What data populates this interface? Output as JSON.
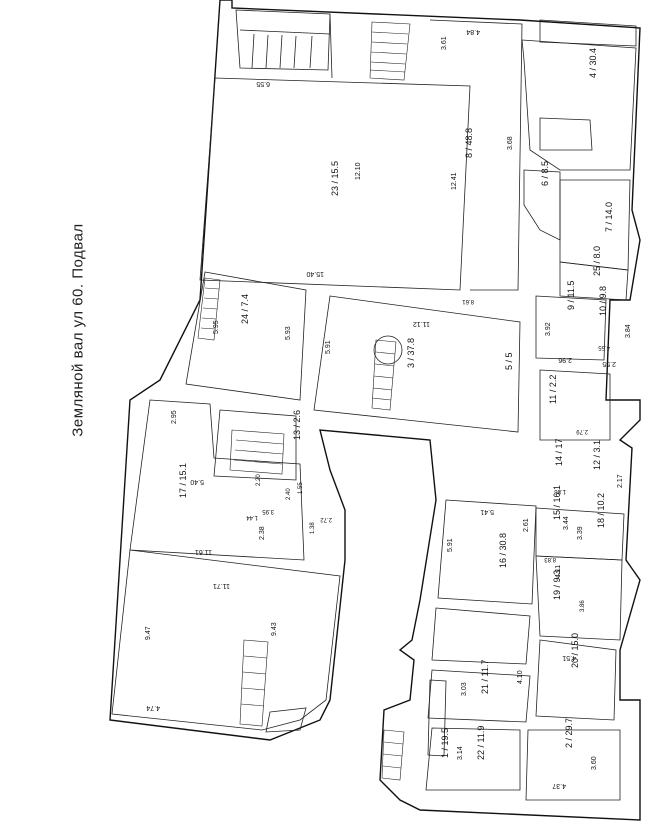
{
  "title": "Земляной вал ул 60. Подвал",
  "rooms": [
    {
      "num": "1",
      "area": "19.5"
    },
    {
      "num": "2",
      "area": "29.7"
    },
    {
      "num": "3",
      "area": "37.8"
    },
    {
      "num": "4",
      "area": "30.4"
    },
    {
      "num": "5",
      "area": "5"
    },
    {
      "num": "6",
      "area": "8.5"
    },
    {
      "num": "7",
      "area": "14.0"
    },
    {
      "num": "8",
      "area": "48.8"
    },
    {
      "num": "9",
      "area": "11.5"
    },
    {
      "num": "10",
      "area": "9.8"
    },
    {
      "num": "11",
      "area": "2.2"
    },
    {
      "num": "12",
      "area": "3.1"
    },
    {
      "num": "13",
      "area": "2.6"
    },
    {
      "num": "14",
      "area": "17"
    },
    {
      "num": "15",
      "area": "16.1"
    },
    {
      "num": "16",
      "area": "30.8"
    },
    {
      "num": "17",
      "area": "15.1"
    },
    {
      "num": "18",
      "area": "10.2"
    },
    {
      "num": "19",
      "area": "9.3"
    },
    {
      "num": "20",
      "area": "15.0"
    },
    {
      "num": "21",
      "area": "11.7"
    },
    {
      "num": "22",
      "area": "11.9"
    },
    {
      "num": "23",
      "area": "15.5"
    },
    {
      "num": "24",
      "area": "7.4"
    },
    {
      "num": "25",
      "area": "8.0"
    }
  ],
  "dimensions": [
    "4.84",
    "3.61",
    "12.41",
    "12.10",
    "15.40",
    "5.95",
    "5.93",
    "5.91",
    "11.12",
    "2.96",
    "2.55",
    "3.92",
    "3.84",
    "3.68",
    "9.47",
    "9.43",
    "4.74",
    "11.71",
    "11.61",
    "5.40",
    "5.41",
    "5.91",
    "2.61",
    "4.11",
    "3.39",
    "3.44",
    "2.17",
    "2.38",
    "4.10",
    "4.51",
    "3.03",
    "3.14",
    "3.60",
    "4.37",
    "6.55",
    "2.95",
    "1.38",
    "2.20",
    "1.44",
    "1.55",
    "2.40",
    "2.72",
    "8.83",
    "3.86",
    "1.86",
    "8.61",
    "4.55",
    "3.95",
    "2.79"
  ]
}
